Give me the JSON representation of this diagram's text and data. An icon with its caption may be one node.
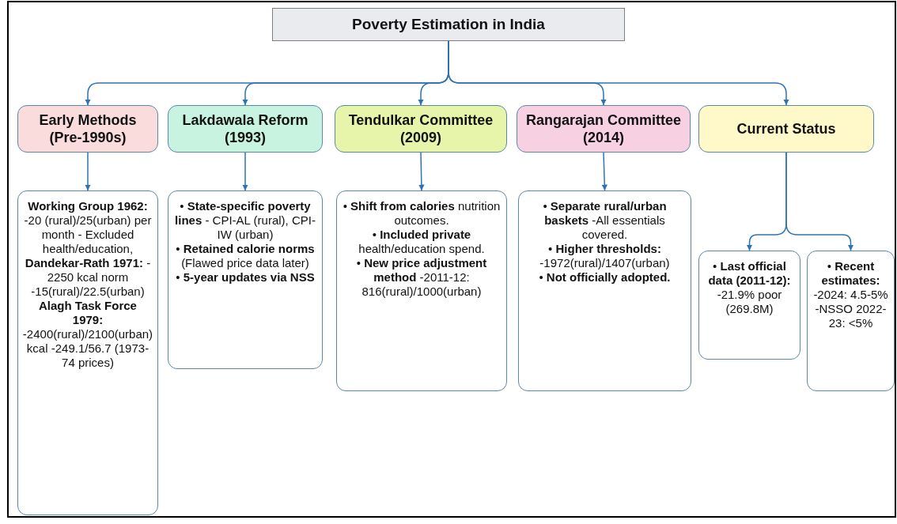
{
  "diagram": {
    "nodes": [
      {
        "text": [
          "Poverty Estimation in India"
        ]
      },
      {
        "text": [
          "Early Methods (Pre-1990s)"
        ]
      },
      {
        "text": [
          "Lakdawala Reform (1993)"
        ]
      },
      {
        "text": [
          "Tendulkar Committee (2009)"
        ]
      },
      {
        "text": [
          "Rangarajan Committee (2014)"
        ]
      },
      {
        "text": [
          "Current Status"
        ]
      },
      {
        "text": [
          "**Working Group 1962:** -20 (rural)/25(urban) per month - Excluded health/education,",
          "**Dandekar-Rath 1971:** - 2250 kcal norm -15(rural)/22.5(urban)",
          "**Alagh Task Force 1979:** -2400(rural)/2100(urban) kcal -249.1/56.7 (1973-74 prices)"
        ]
      },
      {
        "text": [
          "• **State-specific poverty lines** - CPI-AL (rural), CPI-IW (urban)",
          "• **Retained calorie norms** (Flawed price data later)",
          "• **5-year updates via NSS**"
        ]
      },
      {
        "text": [
          "• **Shift from calories** nutrition outcomes.",
          "• **Included private** health/education spend.",
          "• **New price adjustment method** -2011-12: 816(rural)/1000(urban)"
        ]
      },
      {
        "text": [
          "• **Separate rural/urban baskets** -All essentials covered.",
          "• **Higher thresholds:** -1972(rural)/1407(urban)",
          "• **Not officially adopted.**"
        ]
      },
      {
        "text": [
          "• **Last official data (2011-12):** -21.9% poor (269.8M)"
        ]
      },
      {
        "text": [
          "• **Recent estimates:** -2024: 4.5-5% -NSSO 2022-23: <5%"
        ]
      }
    ],
    "edges": [
      {
        "from": 0,
        "to": 1,
        "arrow": "to"
      },
      {
        "from": 0,
        "to": 2,
        "arrow": "to"
      },
      {
        "from": 0,
        "to": 3,
        "arrow": "to"
      },
      {
        "from": 0,
        "to": 4,
        "arrow": "to"
      },
      {
        "from": 0,
        "to": 5,
        "arrow": "to"
      },
      {
        "from": 1,
        "to": 6,
        "arrow": "to"
      },
      {
        "from": 2,
        "to": 7,
        "arrow": "to"
      },
      {
        "from": 3,
        "to": 8,
        "arrow": "to"
      },
      {
        "from": 4,
        "to": 9,
        "arrow": "to"
      },
      {
        "from": 5,
        "to": 10,
        "arrow": "to"
      },
      {
        "from": 5,
        "to": 11,
        "arrow": "to"
      }
    ]
  }
}
